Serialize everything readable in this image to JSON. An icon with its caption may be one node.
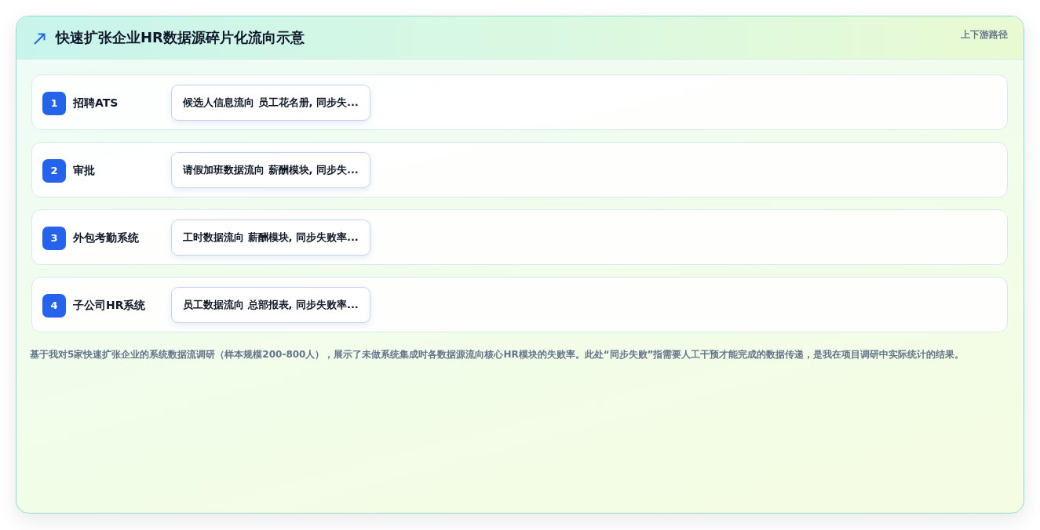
{
  "diagram": {
    "title": "快速扩张企业HR数据源碎片化流向示意",
    "caption": "基于我对5家快速扩张企业的系统数据流调研（样本规模200-800人），展示了未做系统集成时各数据源流向核心HR模块的失败率。此处“同步失败”指需要人工干预才能完成的数据传递，是我在项目调研中实际统计的结果。",
    "nodes": [
      {
        "text": [
          "招聘ATS"
        ]
      },
      {
        "text": [
          "1"
        ],
        "in": 0
      },
      {
        "text": [
          "候选人信息流向 员工花名册, 同步失..."
        ],
        "in": 0
      },
      {
        "text": [
          "审批"
        ]
      },
      {
        "text": [
          "2"
        ],
        "in": 3
      },
      {
        "text": [
          "请假加班数据流向 薪酬模块, 同步失..."
        ],
        "in": 3
      },
      {
        "text": [
          "外包考勤系统"
        ]
      },
      {
        "text": [
          "3"
        ],
        "in": 6
      },
      {
        "text": [
          "工时数据流向 薪酬模块, 同步失败率..."
        ],
        "in": 6
      },
      {
        "text": [
          "子公司HR系统"
        ]
      },
      {
        "text": [
          "4"
        ],
        "in": 9
      },
      {
        "text": [
          "员工数据流向 总部报表, 同步失败率..."
        ],
        "in": 9
      }
    ],
    "labels": [
      "上下游路径"
    ]
  }
}
